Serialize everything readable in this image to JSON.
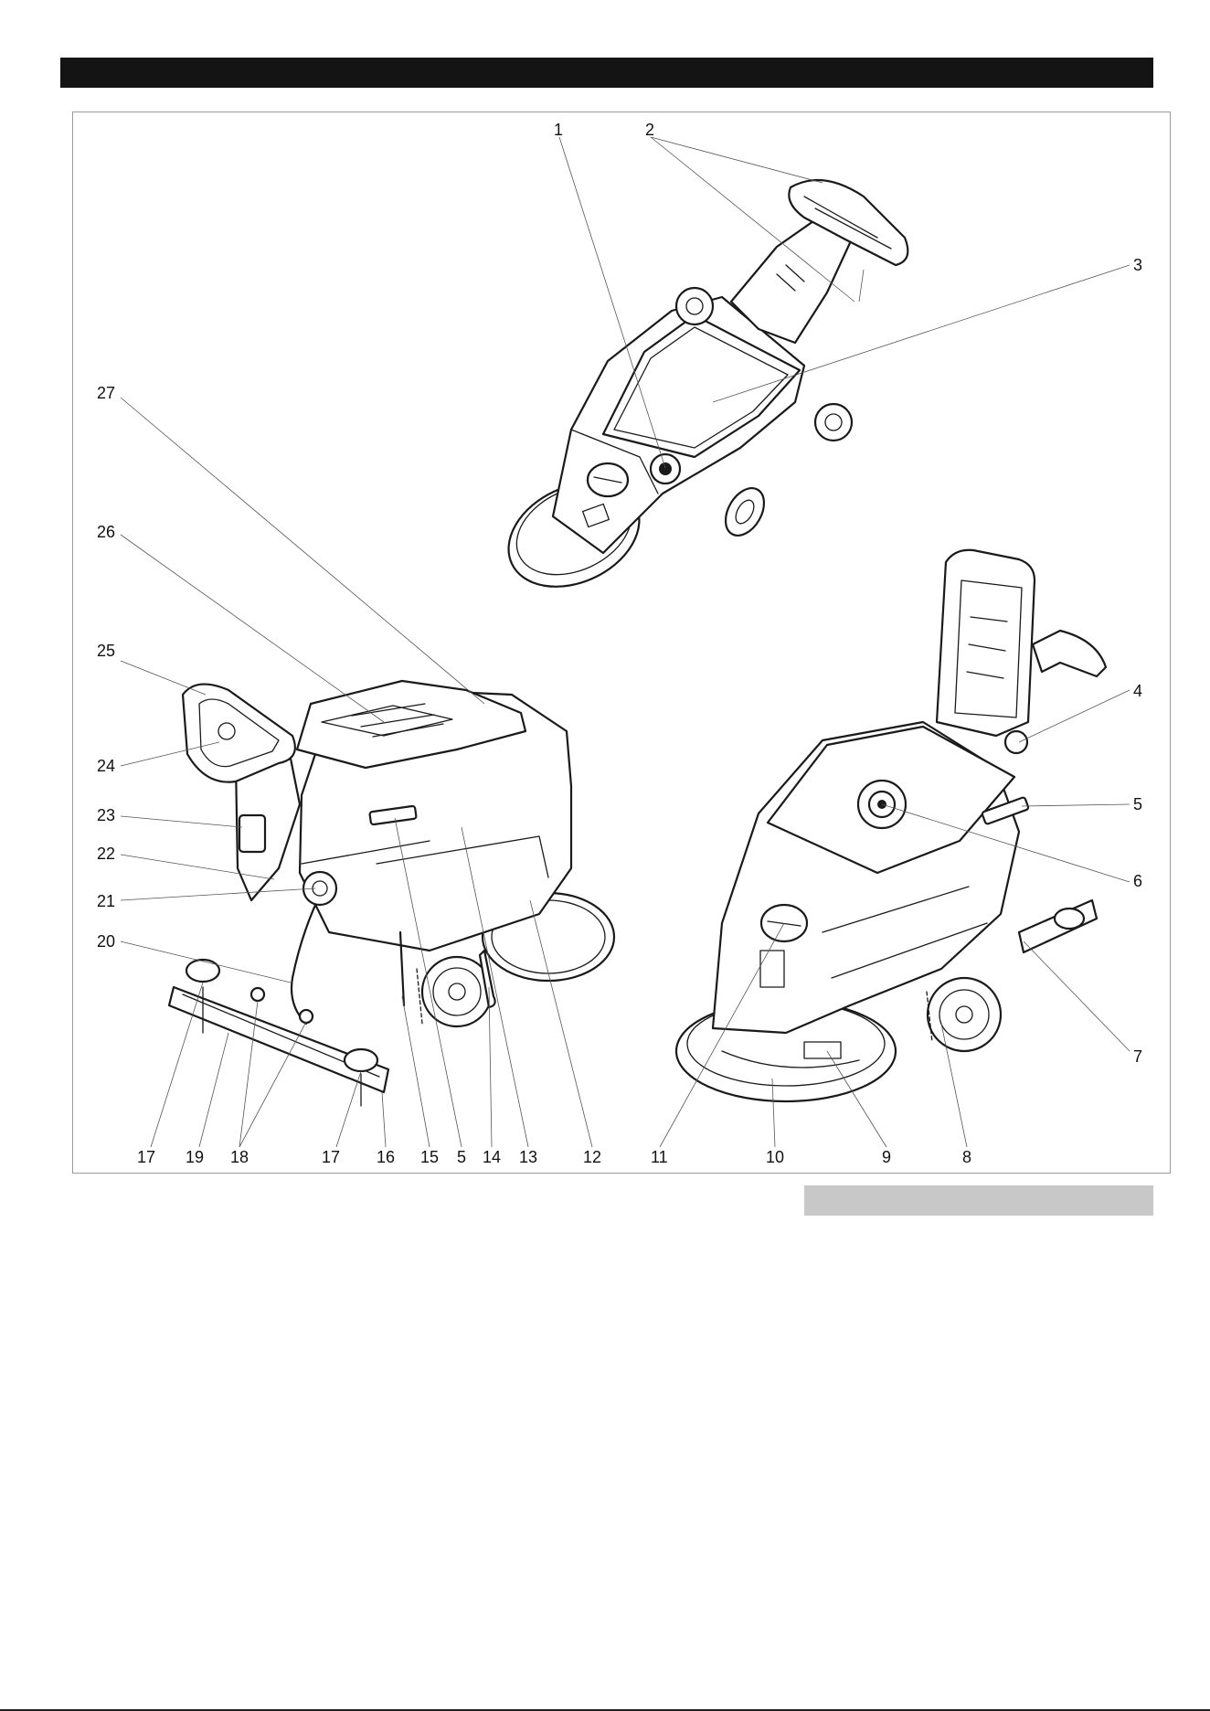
{
  "callouts": [
    {
      "id": "c1",
      "text": "1"
    },
    {
      "id": "c2",
      "text": "2"
    },
    {
      "id": "c3",
      "text": "3"
    },
    {
      "id": "c4",
      "text": "4"
    },
    {
      "id": "c5a",
      "text": "5"
    },
    {
      "id": "c6",
      "text": "6"
    },
    {
      "id": "c7",
      "text": "7"
    },
    {
      "id": "c8",
      "text": "8"
    },
    {
      "id": "c9",
      "text": "9"
    },
    {
      "id": "c10",
      "text": "10"
    },
    {
      "id": "c11",
      "text": "11"
    },
    {
      "id": "c12",
      "text": "12"
    },
    {
      "id": "c13",
      "text": "13"
    },
    {
      "id": "c14",
      "text": "14"
    },
    {
      "id": "c5b",
      "text": "5"
    },
    {
      "id": "c15",
      "text": "15"
    },
    {
      "id": "c16",
      "text": "16"
    },
    {
      "id": "c17a",
      "text": "17"
    },
    {
      "id": "c18",
      "text": "18"
    },
    {
      "id": "c19",
      "text": "19"
    },
    {
      "id": "c17b",
      "text": "17"
    },
    {
      "id": "c20",
      "text": "20"
    },
    {
      "id": "c21",
      "text": "21"
    },
    {
      "id": "c22",
      "text": "22"
    },
    {
      "id": "c23",
      "text": "23"
    },
    {
      "id": "c24",
      "text": "24"
    },
    {
      "id": "c25",
      "text": "25"
    },
    {
      "id": "c26",
      "text": "26"
    },
    {
      "id": "c27",
      "text": "27"
    }
  ],
  "colors": {
    "header_bar": "#141414",
    "caption_bar": "#c8c8c8",
    "frame_border": "#9a9a9a",
    "ink": "#1a1a1a"
  }
}
